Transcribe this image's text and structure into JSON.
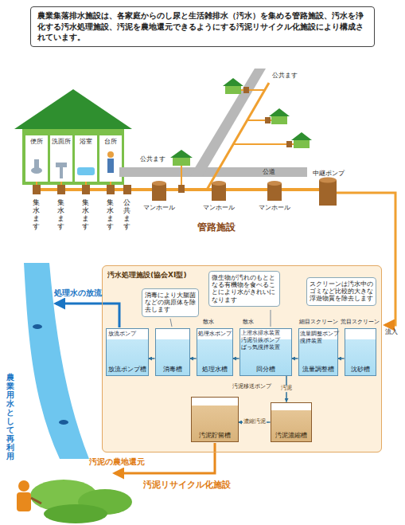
{
  "diagram": {
    "title": "農業集落排水施設は、各家庭からのし尿と生活雑排水（汚水）を集める管路施設、汚水を浄化する汚水処理施設、汚泥を農地還元できるようにする汚泥リサイクル化施設により構成されています。",
    "nodes": [
      {
        "text": [
          "汚水処理施設(協会XI型)"
        ]
      },
      {
        "text": [
          "消毒により大腸菌などの病原体を除去します"
        ],
        "in": 0
      },
      {
        "text": [
          "微生物が汚れのもととなる有機物を食べることにより水がきれいになります"
        ],
        "in": 0
      },
      {
        "text": [
          "スクリーンは汚水中のゴミなど比較的大きな浮遊物質を除去します"
        ],
        "in": 0
      },
      {
        "text": [
          "放流ポンプ槽"
        ],
        "in": 0
      },
      {
        "text": [
          "消毒槽"
        ],
        "in": 0
      },
      {
        "text": [
          "処理水槽"
        ],
        "in": 0
      },
      {
        "text": [
          "回分槽"
        ],
        "in": 0
      },
      {
        "text": [
          "流量調整槽"
        ],
        "in": 0
      },
      {
        "text": [
          "沈砂槽"
        ],
        "in": 0
      },
      {
        "text": [
          "汚泥貯留槽"
        ],
        "in": 0
      },
      {
        "text": [
          "汚泥濃縮槽"
        ],
        "in": 0
      }
    ],
    "edges": [
      {
        "from": 9,
        "to": 8,
        "arrow": "to"
      },
      {
        "from": 8,
        "to": 7,
        "arrow": "to"
      },
      {
        "from": 7,
        "to": 6,
        "arrow": "to"
      },
      {
        "from": 6,
        "to": 5,
        "arrow": "to"
      },
      {
        "from": 5,
        "to": 4,
        "arrow": "to"
      },
      {
        "from": 7,
        "to": 11,
        "label": "汚泥",
        "arrow": "to"
      },
      {
        "from": 11,
        "to": 10,
        "label": "濃縮汚泥",
        "arrow": "to"
      }
    ],
    "labels": [
      "便所",
      "洗面所",
      "浴室",
      "台所",
      "集水ます",
      "集水ます",
      "集水ます",
      "集水ます",
      "公共ます",
      "公共ます",
      "公共ます",
      "公道",
      "マンホール",
      "マンホール",
      "マンホール",
      "中継ポンプ",
      "管路施設",
      "流入",
      "放流ポンプ",
      "処理水ポンプ",
      "散水",
      "散水",
      "上澄水排水装置",
      "汚泥引抜ポンプ",
      "ばっ気撹拌装置",
      "流量調整ポンプ",
      "撹拌装置",
      "細目スクリーン",
      "荒目スクリーン",
      "汚泥移送ポンプ",
      "処理水の放流",
      "農業用水として再利用",
      "汚泥の農地還元",
      "汚泥リサイクル化施設"
    ]
  }
}
